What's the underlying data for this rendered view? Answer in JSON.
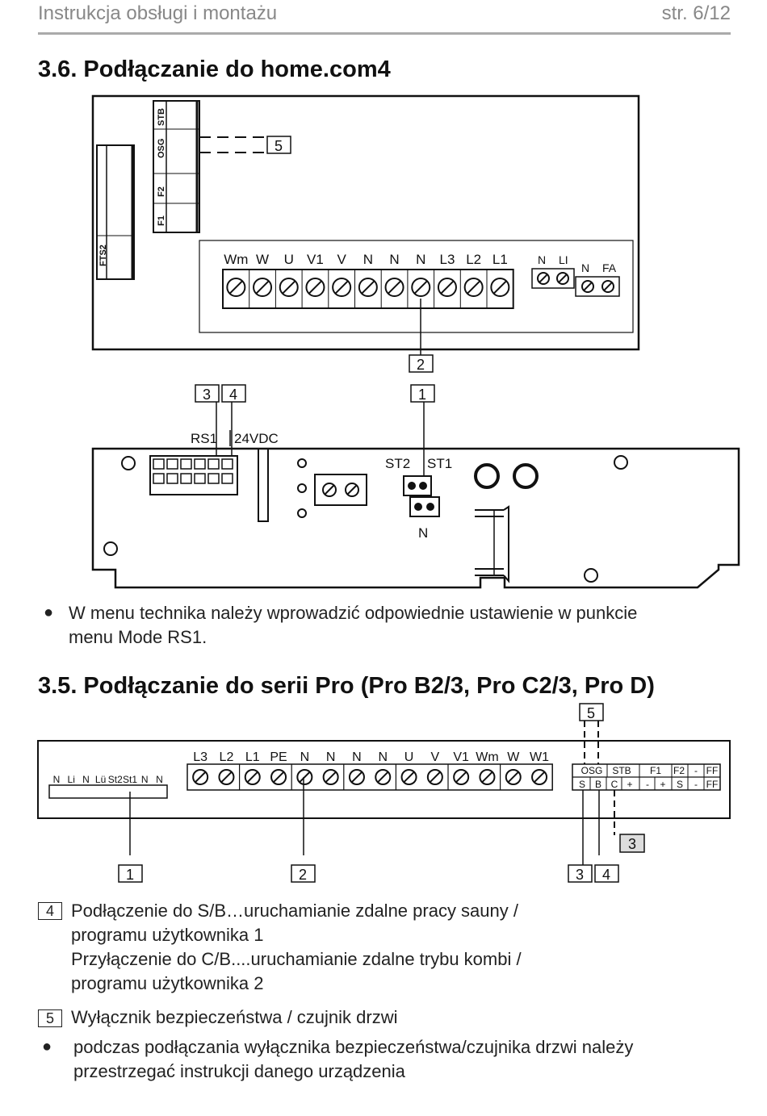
{
  "header": {
    "title": "Instrukcja obsługi i montażu",
    "page": "str. 6/12"
  },
  "section1": {
    "title": "3.6.  Podłączanie do home.com4",
    "fuses": [
      "STB",
      "OSG",
      "F2",
      "F1"
    ],
    "fts": "FTS2",
    "terminals": [
      "Wm",
      "W",
      "U",
      "V1",
      "V",
      "N",
      "N",
      "N",
      "L3",
      "L2",
      "L1"
    ],
    "small_terminals_1": [
      "N",
      "LI"
    ],
    "small_terminals_2": [
      "N",
      "FA"
    ],
    "callouts": {
      "c5": "5",
      "c2": "2",
      "c3": "3",
      "c4": "4",
      "c1": "1"
    },
    "labels": {
      "rs1": "RS1",
      "vdc": "24VDC",
      "st2": "ST2",
      "st1": "ST1",
      "n": "N"
    },
    "bullet_text_1": "W menu technika należy wprowadzić odpowiednie ustawienie w punkcie",
    "bullet_text_2": "menu Mode RS1."
  },
  "section2": {
    "title": "3.5.  Podłączanie do serii Pro (Pro B2/3, Pro C2/3, Pro D)",
    "small_terms": [
      "N",
      "Li",
      "N",
      "Lü",
      "St2",
      "St1",
      "N",
      "N"
    ],
    "terminals": [
      "L3",
      "L2",
      "L1",
      "PE",
      "N",
      "N",
      "N",
      "N",
      "U",
      "V",
      "V1",
      "Wm",
      "W",
      "W1"
    ],
    "top_row": [
      "OSG",
      "STB",
      "F1",
      "F2",
      "-",
      "FF"
    ],
    "bottom_row": [
      "S",
      "B",
      "C",
      "+",
      "-",
      "+",
      "S",
      "-",
      "FF"
    ],
    "callouts": {
      "c5": "5",
      "c3r": "3",
      "c1": "1",
      "c2": "2",
      "c3": "3",
      "c4": "4"
    }
  },
  "legend": {
    "item4_num": "4",
    "item4_line1": "Podłączenie do S/B…uruchamianie zdalne pracy sauny /",
    "item4_line2": "programu użytkownika 1",
    "item4_line3": "Przyłączenie do C/B....uruchamianie zdalne trybu kombi /",
    "item4_line4": "programu użytkownika 2",
    "item5_num": "5",
    "item5_text": "Wyłącznik bezpieczeństwa / czujnik drzwi",
    "bullet_line1": "podczas podłączania wyłącznika bezpieczeństwa/czujnika drzwi należy",
    "bullet_line2": "przestrzegać instrukcji danego urządzenia"
  }
}
